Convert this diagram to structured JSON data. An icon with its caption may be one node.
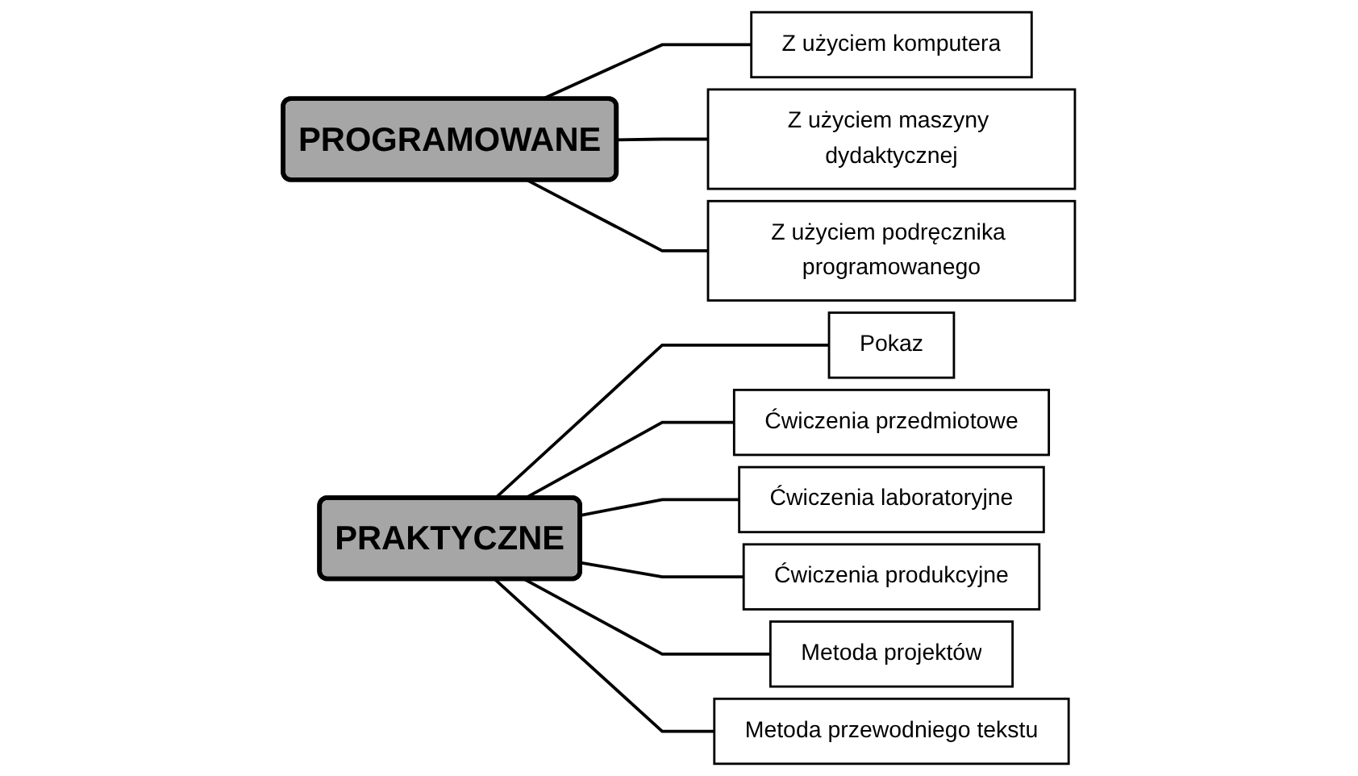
{
  "diagram": {
    "nodes": [
      {
        "text": [
          "PROGRAMOWANE"
        ]
      },
      {
        "text": [
          "Z użyciem komputera"
        ]
      },
      {
        "text": [
          "Z użyciem maszyny dydaktycznej"
        ]
      },
      {
        "text": [
          "Z użyciem podręcznika programowanego"
        ]
      },
      {
        "text": [
          "PRAKTYCZNE"
        ]
      },
      {
        "text": [
          "Pokaz"
        ]
      },
      {
        "text": [
          "Ćwiczenia przedmiotowe"
        ]
      },
      {
        "text": [
          "Ćwiczenia laboratoryjne"
        ]
      },
      {
        "text": [
          "Ćwiczenia produkcyjne"
        ]
      },
      {
        "text": [
          "Metoda projektów"
        ]
      },
      {
        "text": [
          "Metoda przewodniego tekstu"
        ]
      }
    ],
    "edges": [
      {
        "from": 0,
        "to": 1,
        "arrow": "none"
      },
      {
        "from": 0,
        "to": 2,
        "arrow": "none"
      },
      {
        "from": 0,
        "to": 3,
        "arrow": "none"
      },
      {
        "from": 4,
        "to": 5,
        "arrow": "none"
      },
      {
        "from": 4,
        "to": 6,
        "arrow": "none"
      },
      {
        "from": 4,
        "to": 7,
        "arrow": "none"
      },
      {
        "from": 4,
        "to": 8,
        "arrow": "none"
      },
      {
        "from": 4,
        "to": 9,
        "arrow": "none"
      },
      {
        "from": 4,
        "to": 10,
        "arrow": "none"
      }
    ]
  }
}
